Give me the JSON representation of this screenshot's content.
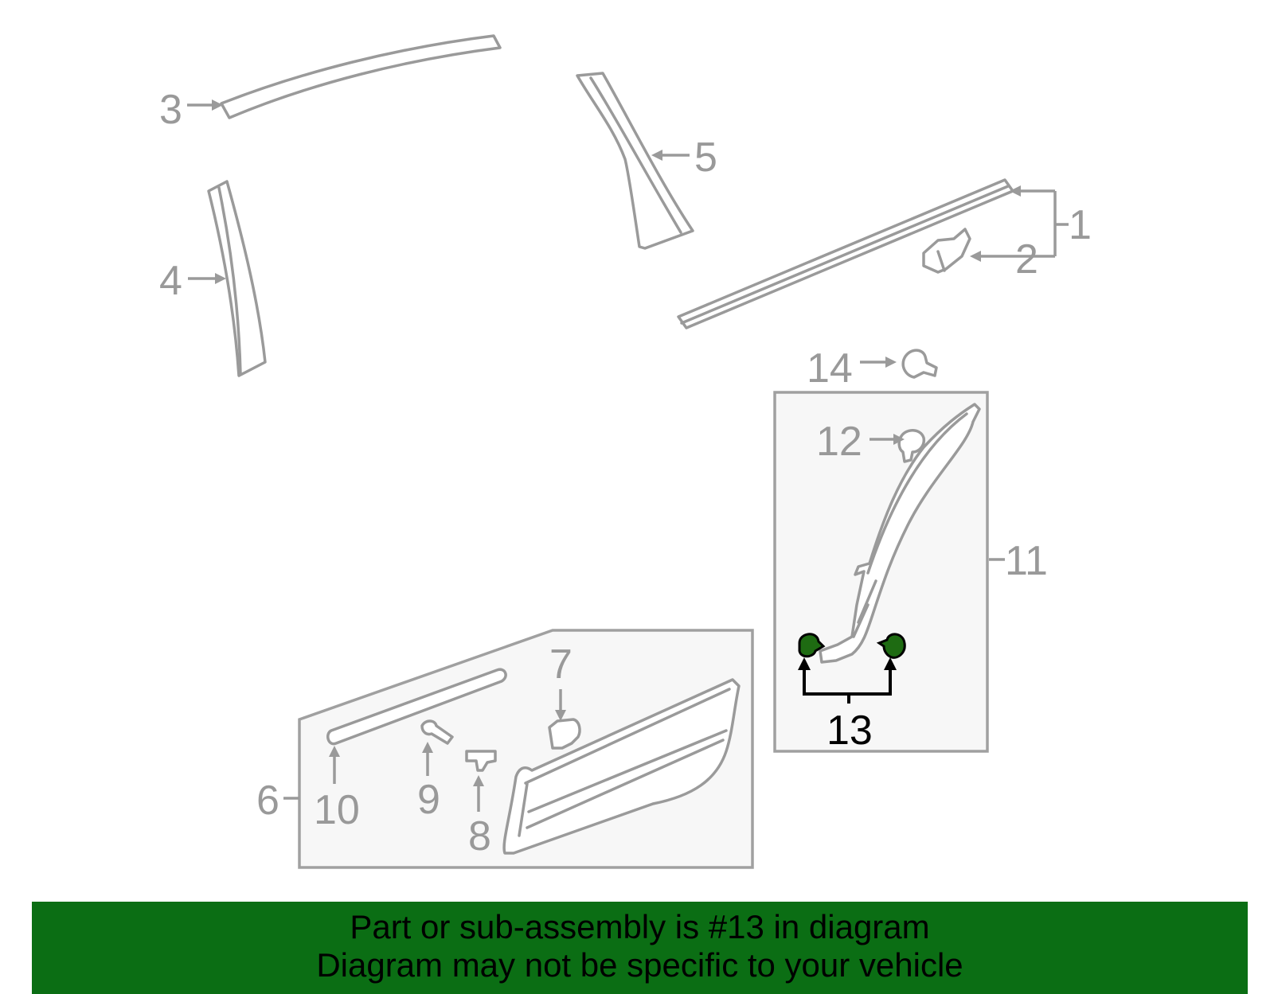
{
  "callouts": {
    "c1": "1",
    "c2": "2",
    "c3": "3",
    "c4": "4",
    "c5": "5",
    "c6": "6",
    "c7": "7",
    "c8": "8",
    "c9": "9",
    "c10": "10",
    "c11": "11",
    "c12": "12",
    "c13": "13",
    "c14": "14"
  },
  "highlighted_part": "13",
  "banner": {
    "line1": "Part or sub-assembly is #13 in diagram",
    "line2": "Diagram may not be specific to your vehicle"
  },
  "colors": {
    "banner_bg": "#0b6e14",
    "highlight_fill": "#1e6b12",
    "part_stroke": "#9a9a9a",
    "label_gray": "#999999"
  }
}
